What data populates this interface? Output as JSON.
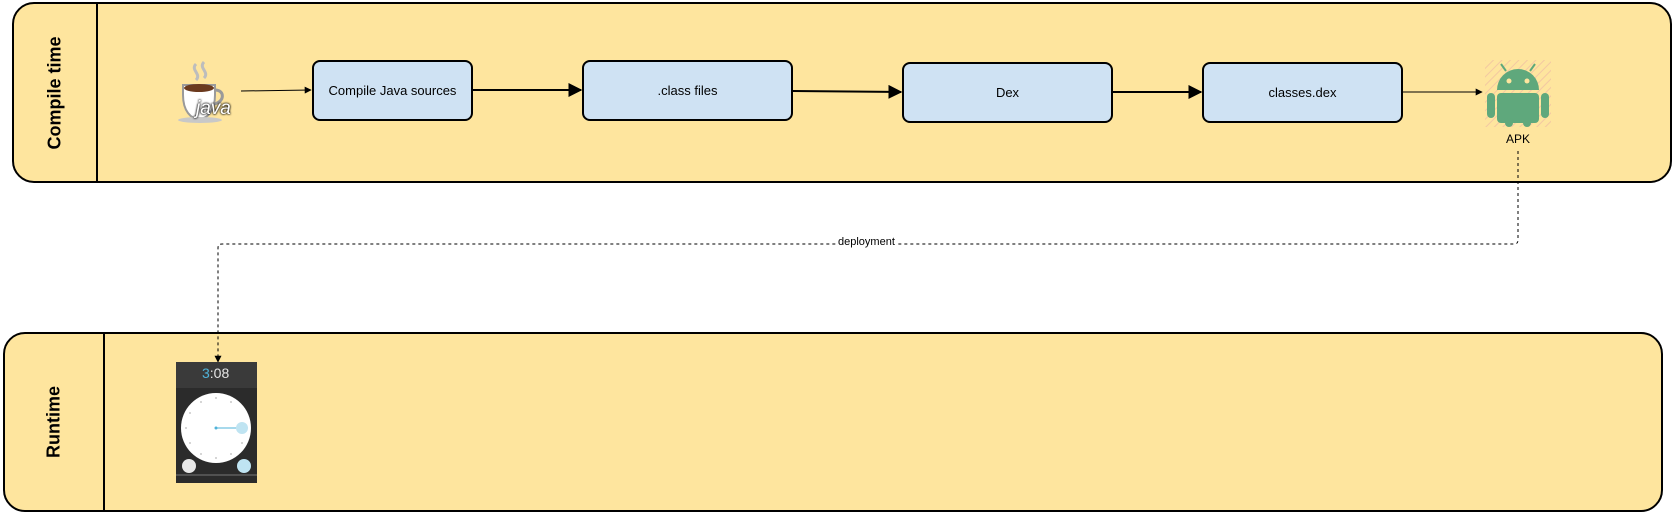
{
  "lanes": {
    "compile_time": "Compile time",
    "runtime": "Runtime"
  },
  "nodes": {
    "java_logo_text": "java",
    "compile_java_sources": "Compile Java sources",
    "class_files": ".class files",
    "dex": "Dex",
    "classes_dex": "classes.dex",
    "apk": "APK"
  },
  "edges": {
    "deployment": "deployment"
  },
  "phone": {
    "time_hour": "3",
    "time_rest": ":08"
  },
  "colors": {
    "lane_fill": "#fee59e",
    "box_fill": "#cfe2f3",
    "android_green": "#5fa87c",
    "clock_accent": "#4fb3d9"
  }
}
